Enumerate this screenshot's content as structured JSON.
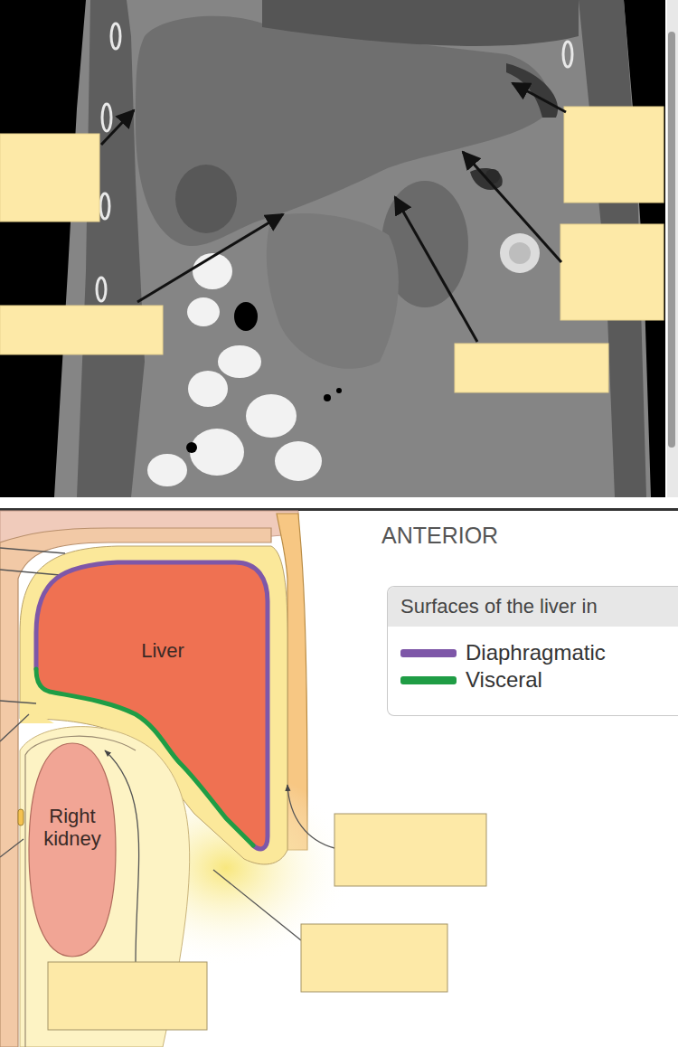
{
  "diagram": {
    "nodes": [
      {
        "text": [
          "Liver"
        ]
      },
      {
        "text": [
          "Right kidney"
        ]
      }
    ],
    "labels": [
      "ANTERIOR",
      "Surfaces of the liver in"
    ],
    "legend": [
      {
        "text": "Diaphragmatic",
        "color": "#7e57a8"
      },
      {
        "text": "Visceral",
        "color": "#1f9d45"
      }
    ]
  }
}
